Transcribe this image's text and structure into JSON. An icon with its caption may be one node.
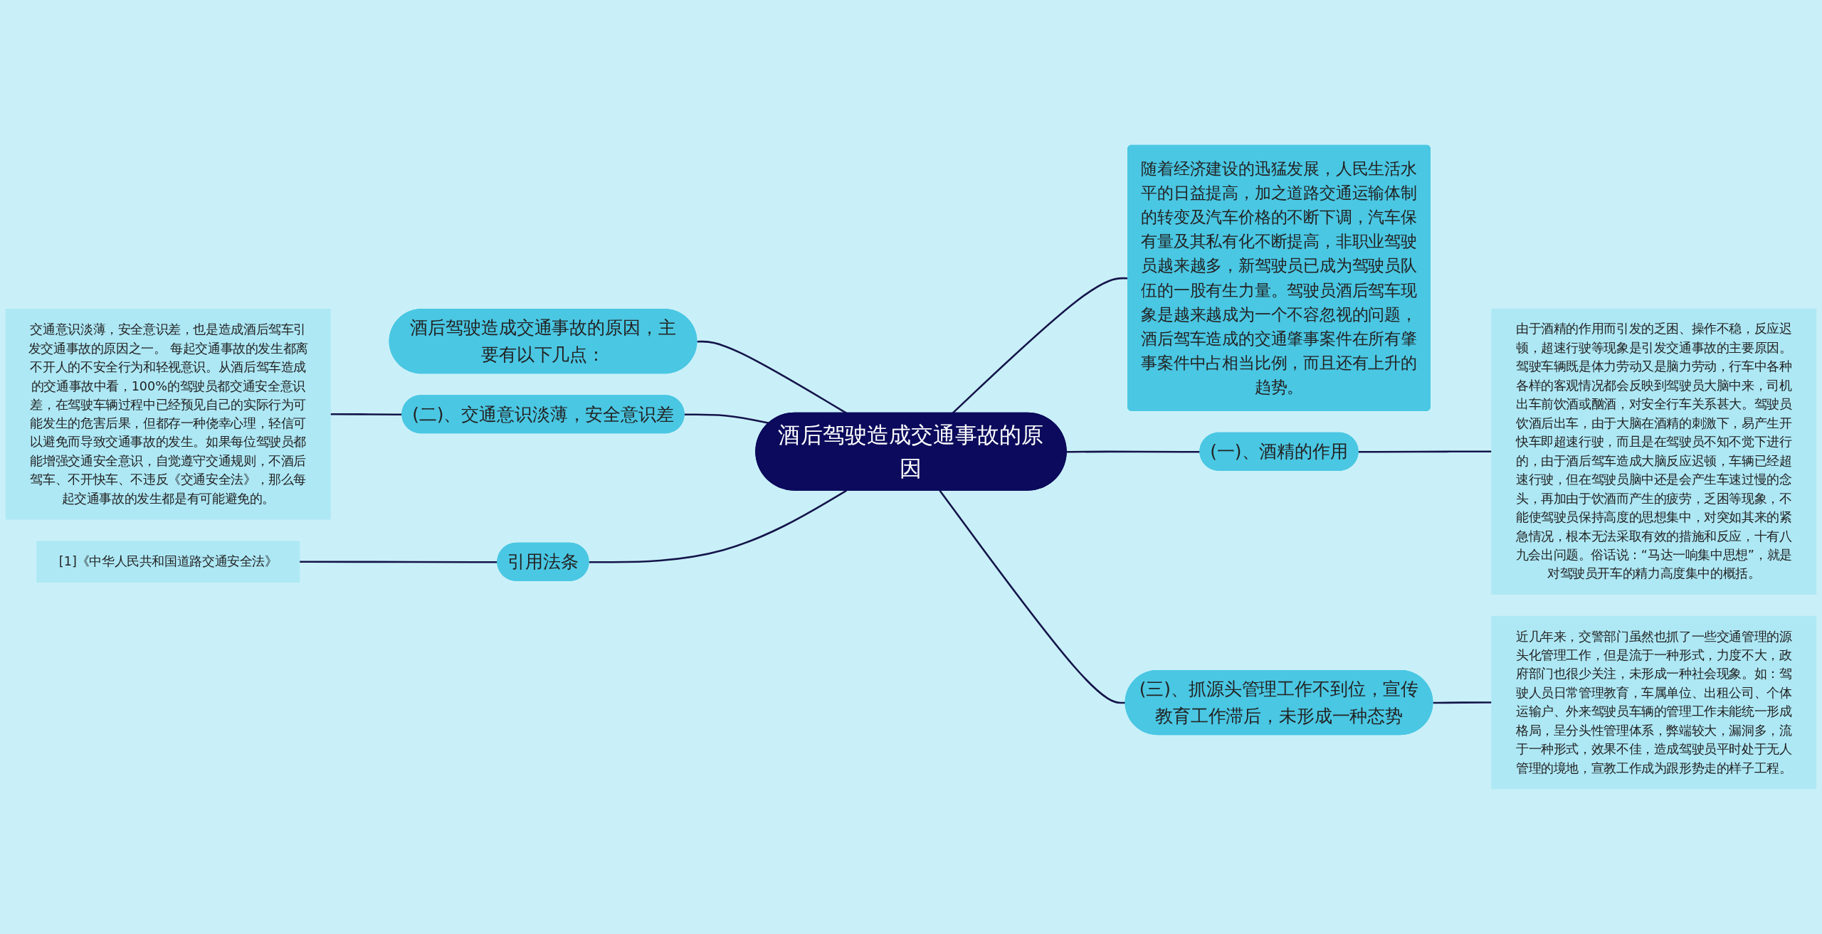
{
  "diagram": {
    "nodes": [
      {
        "text": [
          "酒后驾驶造成交通事故的原因"
        ]
      },
      {
        "text": [
          "随着经济建设的迅猛发展，人民生活水平的日益提高，加之道路交通运输体制的转变及汽车价格的不断下调，汽车保有量及其私有化不断提高，非职业驾驶员越来越多，新驾驶员已成为驾驶员队伍的一股有生力量。驾驶员酒后驾车现象是越来越成为一个不容忽视的问题，酒后驾车造成的交通肇事案件在所有肇事案件中占相当比例，而且还有上升的趋势。"
        ]
      },
      {
        "text": [
          "酒后驾驶造成交通事故的原因，主要有以下几点："
        ]
      },
      {
        "text": [
          "(二)、交通意识淡薄，安全意识差"
        ]
      },
      {
        "text": [
          "交通意识淡薄，安全意识差，也是造成酒后驾车引发交通事故的原因之一。 每起交通事故的发生都离不开人的不安全行为和轻视意识。从酒后驾车造成的交通事故中看，100%的驾驶员都交通安全意识差，在驾驶车辆过程中已经预见自己的实际行为可能发生的危害后果，但都存一种侥幸心理，轻信可以避免而导致交通事故的发生。如果每位驾驶员都能增强交通安全意识，自觉遵守交通规则，不酒后驾车、不开快车、不违反《交通安全法》，那么每起交通事故的发生都是有可能避免的。"
        ]
      },
      {
        "text": [
          "引用法条"
        ]
      },
      {
        "text": [
          "[1]《中华人民共和国道路交通安全法》"
        ]
      },
      {
        "text": [
          "(一)、酒精的作用"
        ]
      },
      {
        "text": [
          "由于酒精的作用而引发的乏困、操作不稳，反应迟顿，超速行驶等现象是引发交通事故的主要原因。驾驶车辆既是体力劳动又是脑力劳动，行车中各种各样的客观情况都会反映到驾驶员大脑中来，司机出车前饮酒或酗酒，对安全行车关系甚大。驾驶员饮酒后出车，由于大脑在酒精的刺激下，易产生开快车即超速行驶，而且是在驾驶员不知不觉下进行的，由于酒后驾车造成大脑反应迟顿，车辆已经超速行驶，但在驾驶员脑中还是会产生车速过慢的念头，再加由于饮酒而产生的疲劳，乏困等现象，不能使驾驶员保持高度的思想集中，对突如其来的紧急情况，根本无法采取有效的措施和反应，十有八九会出问题。俗话说：“马达一响集中思想”，就是对驾驶员开车的精力高度集中的概括。"
        ]
      },
      {
        "text": [
          "(三)、抓源头管理工作不到位，宣传教育工作滞后，未形成一种态势"
        ]
      },
      {
        "text": [
          "近几年来，交警部门虽然也抓了一些交通管理的源头化管理工作，但是流于一种形式，力度不大，政府部门也很少关注，未形成一种社会现象。如：驾驶人员日常管理教育，车属单位、出租公司、个体运输户、外来驾驶员车辆的管理工作未能统一形成格局，呈分头性管理体系，弊端较大，漏洞多，流于一种形式，效果不佳，造成驾驶员平时处于无人管理的境地，宣教工作成为跟形势走的样子工程。"
        ]
      }
    ],
    "edges": [
      {
        "from": 2,
        "to": 0,
        "arrow": "none"
      },
      {
        "from": 4,
        "to": 3,
        "arrow": "none"
      },
      {
        "from": 3,
        "to": 0,
        "arrow": "none"
      },
      {
        "from": 6,
        "to": 5,
        "arrow": "none"
      },
      {
        "from": 5,
        "to": 0,
        "arrow": "none"
      },
      {
        "from": 0,
        "to": 1,
        "arrow": "none"
      },
      {
        "from": 0,
        "to": 7,
        "arrow": "none"
      },
      {
        "from": 7,
        "to": 8,
        "arrow": "none"
      },
      {
        "from": 0,
        "to": 9,
        "arrow": "none"
      },
      {
        "from": 9,
        "to": 10,
        "arrow": "none"
      }
    ]
  }
}
